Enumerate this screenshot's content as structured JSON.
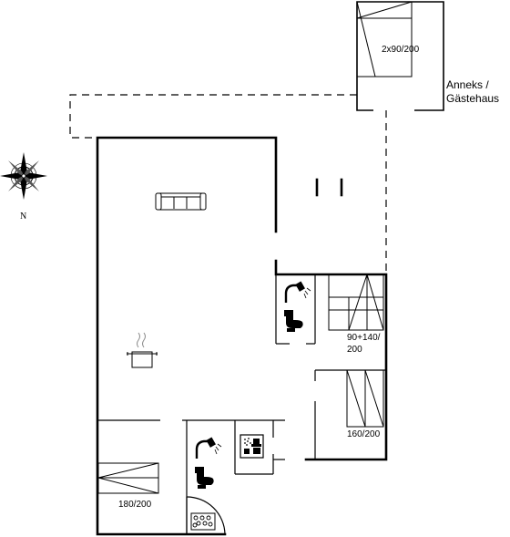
{
  "annex": {
    "title_line1": "Anneks /",
    "title_line2": "Gästehaus",
    "bed_label": "2x90/200"
  },
  "compass": {
    "north_label": "N"
  },
  "bedrooms": [
    {
      "label_line1": "90+140/",
      "label_line2": "200"
    },
    {
      "label_line1": "160/200",
      "label_line2": ""
    },
    {
      "label_line1": "180/200",
      "label_line2": ""
    }
  ],
  "icons": [
    "compass-icon",
    "sofa-icon",
    "cooking-pot-icon",
    "shower-icon",
    "toilet-icon",
    "sauna-icon",
    "whirlpool-icon",
    "bed-icon"
  ]
}
